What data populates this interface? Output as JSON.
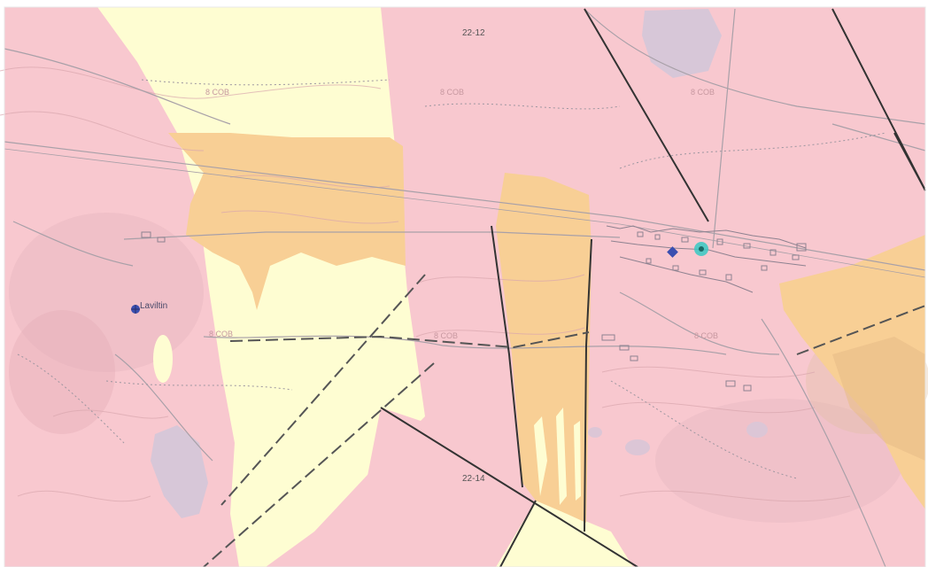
{
  "map": {
    "labels": {
      "grid_top": "22-12",
      "grid_bottom": "22-14",
      "place": "Laviltin"
    },
    "faint_labels": [
      "8 COB",
      "8 COB",
      "8 COB",
      "8 COB",
      "8 COB",
      "8 COB"
    ],
    "colors": {
      "pink_unit": "#f8c8cf",
      "cream_unit": "#fefdd2",
      "orange_unit": "#f8cf95",
      "water": "#d7c7d8",
      "road": "#a8a0a8",
      "fault": "#333333",
      "marker_blue": "#3a4fb0",
      "marker_cyan": "#37c9c3"
    }
  }
}
